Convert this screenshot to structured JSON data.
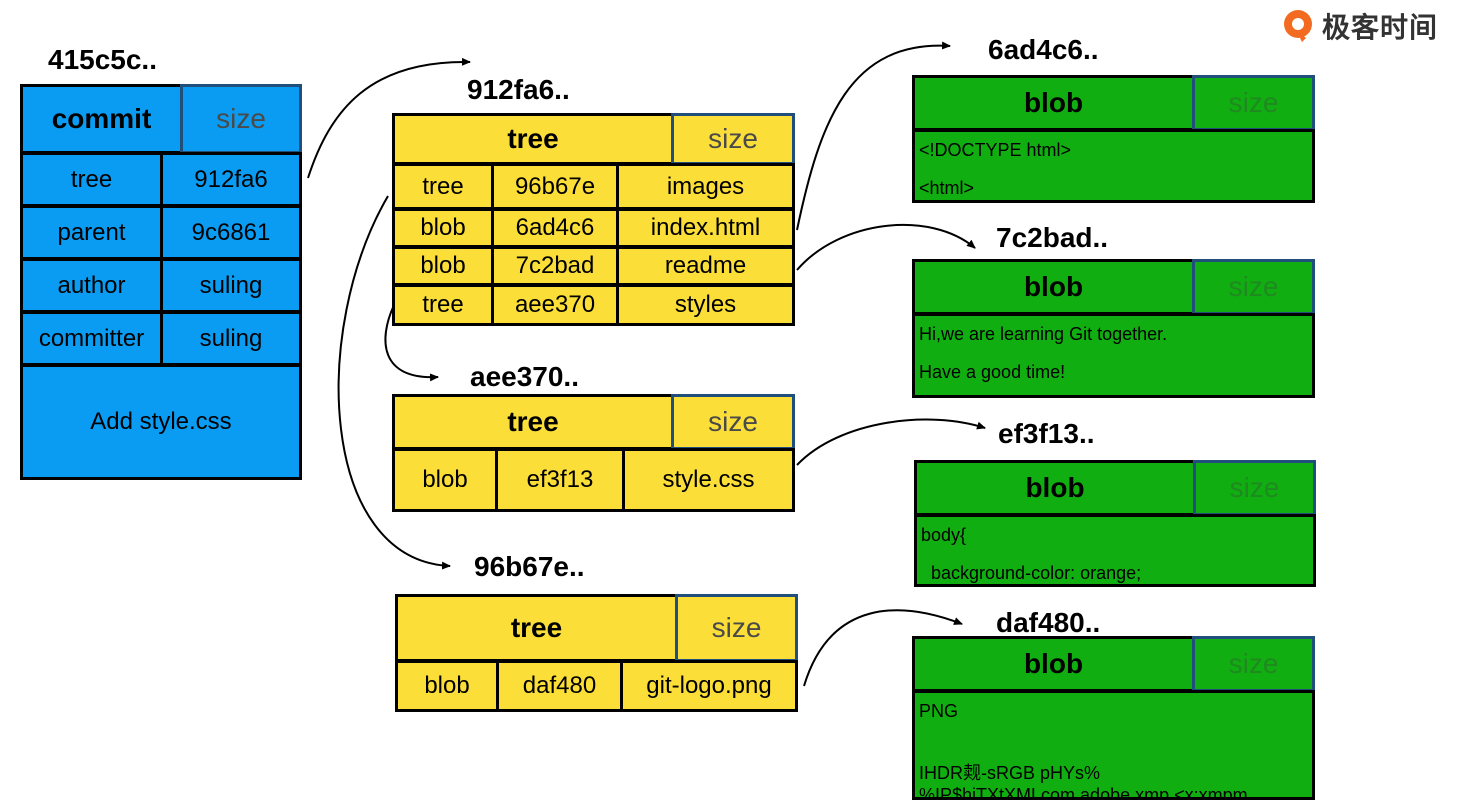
{
  "logo": {
    "text": "极客时间",
    "icon": "geektime-logo-icon",
    "accent": "#f26b21"
  },
  "colors": {
    "commit": "#0a9cf2",
    "tree": "#fbde37",
    "blob": "#11ae11"
  },
  "commit": {
    "hash": "415c5c..",
    "type": "commit",
    "size": "size",
    "rows": [
      {
        "key": "tree",
        "value": "912fa6"
      },
      {
        "key": "parent",
        "value": "9c6861"
      },
      {
        "key": "author",
        "value": "suling"
      },
      {
        "key": "committer",
        "value": "suling"
      }
    ],
    "message": "Add style.css"
  },
  "trees": [
    {
      "hash": "912fa6..",
      "type": "tree",
      "size": "size",
      "entries": [
        {
          "mode": "tree",
          "hash": "96b67e",
          "name": "images"
        },
        {
          "mode": "blob",
          "hash": "6ad4c6",
          "name": "index.html"
        },
        {
          "mode": "blob",
          "hash": "7c2bad",
          "name": "readme"
        },
        {
          "mode": "tree",
          "hash": "aee370",
          "name": "styles"
        }
      ]
    },
    {
      "hash": "aee370..",
      "type": "tree",
      "size": "size",
      "entries": [
        {
          "mode": "blob",
          "hash": "ef3f13",
          "name": "style.css"
        }
      ]
    },
    {
      "hash": "96b67e..",
      "type": "tree",
      "size": "size",
      "entries": [
        {
          "mode": "blob",
          "hash": "daf480",
          "name": "git-logo.png"
        }
      ]
    }
  ],
  "blobs": [
    {
      "hash": "6ad4c6..",
      "type": "blob",
      "size": "size",
      "lines": [
        "<!DOCTYPE html>",
        "<html>"
      ]
    },
    {
      "hash": "7c2bad..",
      "type": "blob",
      "size": "size",
      "lines": [
        "Hi,we are learning Git together.",
        "Have a good time!"
      ]
    },
    {
      "hash": "ef3f13..",
      "type": "blob",
      "size": "size",
      "lines": [
        "body{",
        "  background-color: orange;"
      ]
    },
    {
      "hash": "daf480..",
      "type": "blob",
      "size": "size",
      "lines": [
        "PNG",
        "",
        "IHDR觌-sRGB pHYs%",
        "%IP$hiTXtXMLcom.adobe.xmp <x:xmpm"
      ]
    }
  ]
}
